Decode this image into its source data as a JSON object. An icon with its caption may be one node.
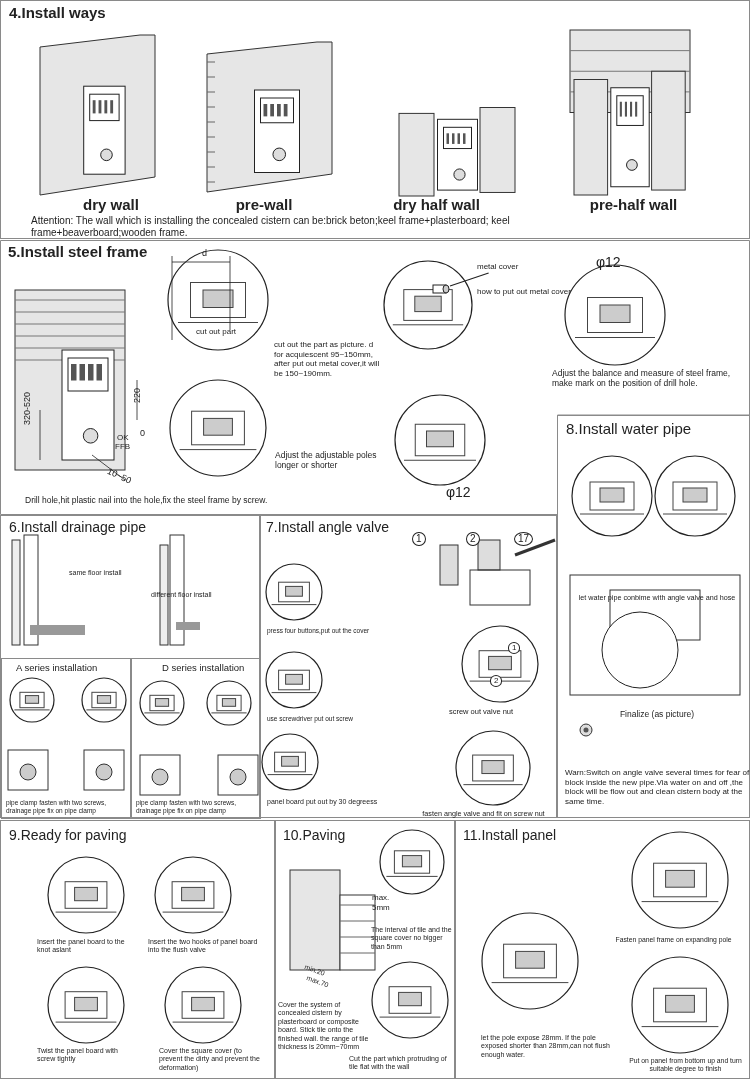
{
  "diagram": {
    "nodes": [
      {
        "text": [
          "4.Install ways",
          "dry wall",
          "pre-wall",
          "dry half wall",
          "pre-half wall",
          "Attention: The wall which is installing the concealed cistern can be:brick beton;keel frame+plasterboard; keel frame+beaverboard;wooden frame."
        ]
      },
      {
        "text": [
          "5.Install steel frame",
          "cut out part",
          "cut out the part as picture. d for acquiescent 95~150mm, after put out metal cover,it will be 150~190mm.",
          "how to put out metal cover",
          "Adjust the balance and measure of steel frame, make mark on the position of drill hole.",
          "Adjust the adjustable poles longer or shorter",
          "Drill hole,hit plastic nail into the hole,fix the steel frame by screw."
        ]
      },
      {
        "text": [
          "metal cover"
        ],
        "in": 1
      },
      {
        "text": [
          "8.Install water pipe",
          "let water pipe conbime with angle valve and hose",
          "Finalize (as picture)",
          "Warn:Switch on angle valve several times for fear of block inside the new pipe.Via water on and off ,the block will be flow out and clean cistern body at the same time."
        ]
      },
      {
        "text": [
          "6.Install drainage pipe",
          "same floor install",
          "different floor install"
        ]
      },
      {
        "text": [
          "A series installation",
          "pipe clamp fasten with two screws, drainage pipe fix on pipe clamp"
        ],
        "in": 4
      },
      {
        "text": [
          "D series installation",
          "pipe clamp fasten with two screws, drainage pipe fix on pipe clamp"
        ],
        "in": 4
      },
      {
        "text": [
          "7.Install angle valve",
          "press four buttons,put out the cover",
          "use screwdriver  put  out  screw",
          "panel board put out by 30 degreess",
          "screw out valve nut",
          "fasten angle valve and fit on screw nut"
        ]
      },
      {
        "text": [
          "9.Ready for paving",
          "Insert the panel board to the knot aslant",
          "Insert the two hooks of panel board into the flush valve",
          "Twist the panel board with screw tightly",
          "Cover the square cover (to prevent the dirty and prevent the deformation)"
        ]
      },
      {
        "text": [
          "10.Paving",
          "The interval of tile and the square cover no bigger than 5mm",
          "Cover the system of concealed cistern by plasterboard or composite board. Stick tile onto the finished wall. the range of tile thickness is 20mm~70mm",
          "Cut the part which protruding of tile flat with the wall"
        ]
      },
      {
        "text": [
          "11.Install panel",
          "Fasten panel frame on expanding pole",
          "let the pole expose 28mm. If the pole exposed shorter than 28mm,can not flush enough water.",
          "Put on panel from bottom up and turn suitable degree to finish"
        ]
      },
      {
        "text": [],
        "shape": "cylinder",
        "in": 1
      }
    ],
    "edges": [
      {
        "from": 2,
        "to": 11,
        "arrow": "none"
      }
    ],
    "labels": [
      "d",
      "220",
      "320-520",
      "0",
      "OK",
      "FFB",
      "10~50",
      "φ12",
      "φ12",
      "1",
      "2",
      "17",
      "1",
      "2",
      "max. 5mm",
      "min.20",
      "max.70"
    ]
  }
}
